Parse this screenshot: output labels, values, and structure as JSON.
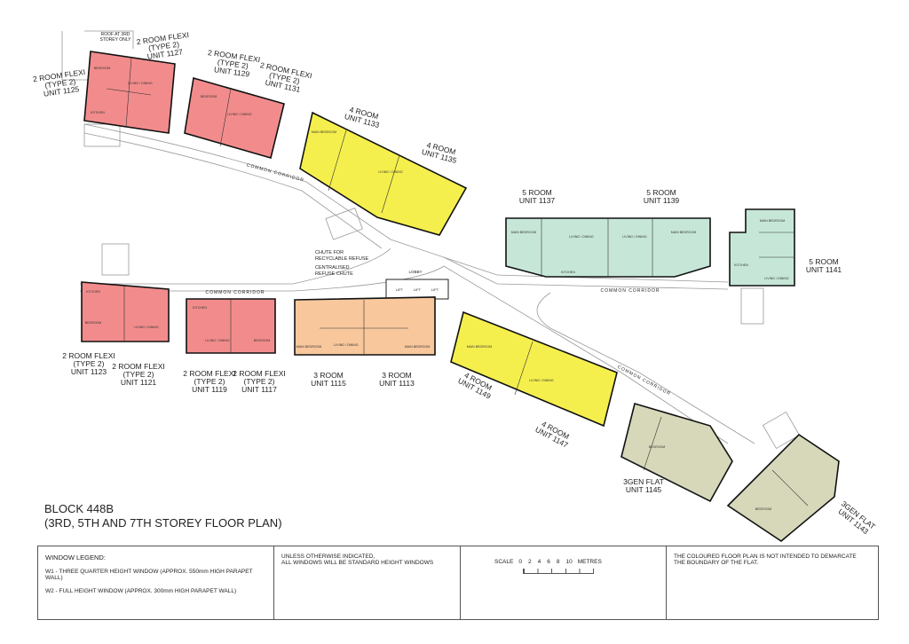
{
  "block_title": "BLOCK 448B",
  "block_subtitle": "(3RD, 5TH AND 7TH STOREY FLOOR PLAN)",
  "colors": {
    "two_room_flexi": "#f28c8c",
    "four_room": "#f5ef4e",
    "five_room": "#c6e7d8",
    "three_room": "#f8c79c",
    "three_gen": "#d6d8b9"
  },
  "annotations": {
    "roof": [
      "ROOF AT 3RD",
      "STOREY ONLY"
    ],
    "common_corridor": "COMMON CORRIDOR",
    "chute_recyclable": [
      "CHUTE FOR",
      "RECYCLABLE REFUSE"
    ],
    "centralised_chute": [
      "CENTRALISED",
      "REFUSE CHUTE"
    ],
    "lobby": "LOBBY",
    "lift": "LIFT"
  },
  "room_labels": {
    "bedroom": "BEDROOM",
    "main_bedroom": "MAIN BEDROOM",
    "living": "LIVING / DINING",
    "kitchen": "KITCHEN"
  },
  "units": [
    {
      "id": "1125",
      "lines": [
        "2 ROOM FLEXI",
        "(TYPE 2)",
        "UNIT 1125"
      ]
    },
    {
      "id": "1127",
      "lines": [
        "2 ROOM FLEXI",
        "(TYPE 2)",
        "UNIT 1127"
      ]
    },
    {
      "id": "1129",
      "lines": [
        "2 ROOM FLEXI",
        "(TYPE 2)",
        "UNIT 1129"
      ]
    },
    {
      "id": "1131",
      "lines": [
        "2 ROOM FLEXI",
        "(TYPE 2)",
        "UNIT 1131"
      ]
    },
    {
      "id": "1133",
      "lines": [
        "4 ROOM",
        "UNIT 1133"
      ]
    },
    {
      "id": "1135",
      "lines": [
        "4 ROOM",
        "UNIT 1135"
      ]
    },
    {
      "id": "1137",
      "lines": [
        "5 ROOM",
        "UNIT 1137"
      ]
    },
    {
      "id": "1139",
      "lines": [
        "5 ROOM",
        "UNIT 1139"
      ]
    },
    {
      "id": "1141",
      "lines": [
        "5 ROOM",
        "UNIT 1141"
      ]
    },
    {
      "id": "1123",
      "lines": [
        "2 ROOM FLEXI",
        "(TYPE 2)",
        "UNIT 1123"
      ]
    },
    {
      "id": "1121",
      "lines": [
        "2 ROOM FLEXI",
        "(TYPE 2)",
        "UNIT 1121"
      ]
    },
    {
      "id": "1119",
      "lines": [
        "2 ROOM FLEXI",
        "(TYPE 2)",
        "UNIT 1119"
      ]
    },
    {
      "id": "1117",
      "lines": [
        "2 ROOM FLEXI",
        "(TYPE 2)",
        "UNIT 1117"
      ]
    },
    {
      "id": "1115",
      "lines": [
        "3 ROOM",
        "UNIT 1115"
      ]
    },
    {
      "id": "1113",
      "lines": [
        "3 ROOM",
        "UNIT 1113"
      ]
    },
    {
      "id": "1149",
      "lines": [
        "4 ROOM",
        "UNIT 1149"
      ]
    },
    {
      "id": "1147",
      "lines": [
        "4 ROOM",
        "UNIT 1147"
      ]
    },
    {
      "id": "1145",
      "lines": [
        "3GEN FLAT",
        "UNIT 1145"
      ]
    },
    {
      "id": "1143",
      "lines": [
        "3GEN FLAT",
        "UNIT 1143"
      ]
    }
  ],
  "legend": {
    "heading": "WINDOW LEGEND:",
    "w1": "W1 - THREE QUARTER HEIGHT WINDOW (APPROX. 550mm HIGH PARAPET WALL)",
    "w2": "W2 - FULL HEIGHT WINDOW (APPROX. 300mm HIGH PARAPET WALL)",
    "note1": "UNLESS OTHERWISE INDICATED,",
    "note2": "ALL WINDOWS WILL BE STANDARD HEIGHT WINDOWS",
    "scale_label": "SCALE",
    "scale_ticks": [
      "0",
      "2",
      "4",
      "6",
      "8",
      "10"
    ],
    "scale_unit": "METRES",
    "disclaimer1": "THE COLOURED FLOOR PLAN IS NOT INTENDED TO DEMARCATE",
    "disclaimer2": "THE BOUNDARY OF THE FLAT."
  }
}
